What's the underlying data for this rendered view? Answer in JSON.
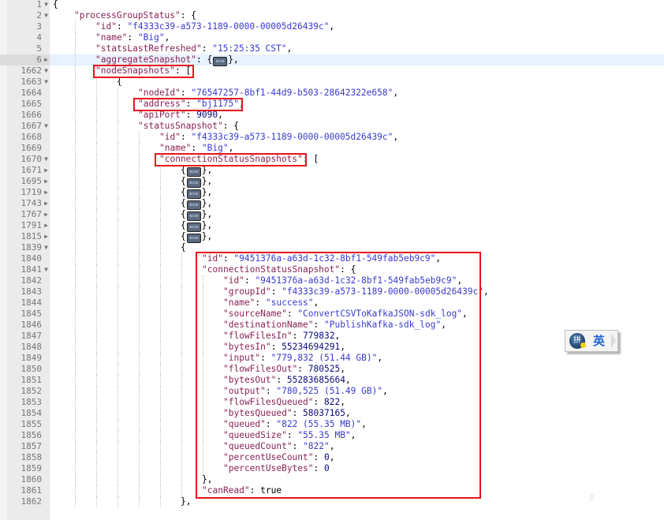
{
  "editor": {
    "active_line": "6",
    "collapsed_glyph": "⟺",
    "lines": [
      {
        "n": "1",
        "fold": "open",
        "indent": 0,
        "tokens": [
          [
            "punc",
            "{"
          ]
        ]
      },
      {
        "n": "2",
        "fold": "open",
        "indent": 1,
        "tokens": [
          [
            "key",
            "\"processGroupStatus\""
          ],
          [
            "punc",
            ": {"
          ]
        ]
      },
      {
        "n": "3",
        "fold": "",
        "indent": 2,
        "tokens": [
          [
            "key",
            "\"id\""
          ],
          [
            "punc",
            ": "
          ],
          [
            "str",
            "\"f4333c39-a573-1189-0000-00005d26439c\""
          ],
          [
            "punc",
            ","
          ]
        ]
      },
      {
        "n": "4",
        "fold": "",
        "indent": 2,
        "tokens": [
          [
            "key",
            "\"name\""
          ],
          [
            "punc",
            ": "
          ],
          [
            "str",
            "\"Big\""
          ],
          [
            "punc",
            ","
          ]
        ]
      },
      {
        "n": "5",
        "fold": "",
        "indent": 2,
        "tokens": [
          [
            "key",
            "\"statsLastRefreshed\""
          ],
          [
            "punc",
            ": "
          ],
          [
            "str",
            "\"15:25:35 CST\""
          ],
          [
            "punc",
            ","
          ]
        ]
      },
      {
        "n": "6",
        "fold": "closed",
        "indent": 2,
        "tokens": [
          [
            "key",
            "\"aggregateSnapshot\""
          ],
          [
            "punc",
            ": {"
          ],
          [
            "collapsed",
            ""
          ],
          [
            "punc",
            "},"
          ]
        ]
      },
      {
        "n": "1662",
        "fold": "open",
        "indent": 2,
        "tokens": [
          [
            "key",
            "\"nodeSnapshots\""
          ],
          [
            "punc",
            ": ["
          ]
        ]
      },
      {
        "n": "1663",
        "fold": "open",
        "indent": 3,
        "tokens": [
          [
            "punc",
            "{"
          ]
        ]
      },
      {
        "n": "1664",
        "fold": "",
        "indent": 4,
        "tokens": [
          [
            "key",
            "\"nodeId\""
          ],
          [
            "punc",
            ": "
          ],
          [
            "str",
            "\"76547257-8bf1-44d9-b503-28642322e658\""
          ],
          [
            "punc",
            ","
          ]
        ]
      },
      {
        "n": "1665",
        "fold": "",
        "indent": 4,
        "tokens": [
          [
            "key",
            "\"address\""
          ],
          [
            "punc",
            ": "
          ],
          [
            "str",
            "\"bj1175\""
          ],
          [
            "punc",
            ","
          ]
        ]
      },
      {
        "n": "1666",
        "fold": "",
        "indent": 4,
        "tokens": [
          [
            "key",
            "\"apiPort\""
          ],
          [
            "punc",
            ": "
          ],
          [
            "num",
            "9090"
          ],
          [
            "punc",
            ","
          ]
        ]
      },
      {
        "n": "1667",
        "fold": "open",
        "indent": 4,
        "tokens": [
          [
            "key",
            "\"statusSnapshot\""
          ],
          [
            "punc",
            ": {"
          ]
        ]
      },
      {
        "n": "1668",
        "fold": "",
        "indent": 5,
        "tokens": [
          [
            "key",
            "\"id\""
          ],
          [
            "punc",
            ": "
          ],
          [
            "str",
            "\"f4333c39-a573-1189-0000-00005d26439c\""
          ],
          [
            "punc",
            ","
          ]
        ]
      },
      {
        "n": "1669",
        "fold": "",
        "indent": 5,
        "tokens": [
          [
            "key",
            "\"name\""
          ],
          [
            "punc",
            ": "
          ],
          [
            "str",
            "\"Big\""
          ],
          [
            "punc",
            ","
          ]
        ]
      },
      {
        "n": "1670",
        "fold": "open",
        "indent": 5,
        "tokens": [
          [
            "key",
            "\"connectionStatusSnapshots\""
          ],
          [
            "punc",
            ": ["
          ]
        ]
      },
      {
        "n": "1671",
        "fold": "closed",
        "indent": 6,
        "tokens": [
          [
            "punc",
            "{"
          ],
          [
            "collapsed",
            ""
          ],
          [
            "punc",
            "},"
          ]
        ]
      },
      {
        "n": "1695",
        "fold": "closed",
        "indent": 6,
        "tokens": [
          [
            "punc",
            "{"
          ],
          [
            "collapsed",
            ""
          ],
          [
            "punc",
            "},"
          ]
        ]
      },
      {
        "n": "1719",
        "fold": "closed",
        "indent": 6,
        "tokens": [
          [
            "punc",
            "{"
          ],
          [
            "collapsed",
            ""
          ],
          [
            "punc",
            "},"
          ]
        ]
      },
      {
        "n": "1743",
        "fold": "closed",
        "indent": 6,
        "tokens": [
          [
            "punc",
            "{"
          ],
          [
            "collapsed",
            ""
          ],
          [
            "punc",
            "},"
          ]
        ]
      },
      {
        "n": "1767",
        "fold": "closed",
        "indent": 6,
        "tokens": [
          [
            "punc",
            "{"
          ],
          [
            "collapsed",
            ""
          ],
          [
            "punc",
            "},"
          ]
        ]
      },
      {
        "n": "1791",
        "fold": "closed",
        "indent": 6,
        "tokens": [
          [
            "punc",
            "{"
          ],
          [
            "collapsed",
            ""
          ],
          [
            "punc",
            "},"
          ]
        ]
      },
      {
        "n": "1815",
        "fold": "closed",
        "indent": 6,
        "tokens": [
          [
            "punc",
            "{"
          ],
          [
            "collapsed",
            ""
          ],
          [
            "punc",
            "},"
          ]
        ]
      },
      {
        "n": "1839",
        "fold": "open",
        "indent": 6,
        "tokens": [
          [
            "punc",
            "{"
          ]
        ]
      },
      {
        "n": "1840",
        "fold": "",
        "indent": 7,
        "tokens": [
          [
            "key",
            "\"id\""
          ],
          [
            "punc",
            ": "
          ],
          [
            "str",
            "\"9451376a-a63d-1c32-8bf1-549fab5eb9c9\""
          ],
          [
            "punc",
            ","
          ]
        ]
      },
      {
        "n": "1841",
        "fold": "open",
        "indent": 7,
        "tokens": [
          [
            "key",
            "\"connectionStatusSnapshot\""
          ],
          [
            "punc",
            ": {"
          ]
        ]
      },
      {
        "n": "1842",
        "fold": "",
        "indent": 8,
        "tokens": [
          [
            "key",
            "\"id\""
          ],
          [
            "punc",
            ": "
          ],
          [
            "str",
            "\"9451376a-a63d-1c32-8bf1-549fab5eb9c9\""
          ],
          [
            "punc",
            ","
          ]
        ]
      },
      {
        "n": "1843",
        "fold": "",
        "indent": 8,
        "tokens": [
          [
            "key",
            "\"groupId\""
          ],
          [
            "punc",
            ": "
          ],
          [
            "str",
            "\"f4333c39-a573-1189-0000-00005d26439c\""
          ],
          [
            "punc",
            ","
          ]
        ]
      },
      {
        "n": "1844",
        "fold": "",
        "indent": 8,
        "tokens": [
          [
            "key",
            "\"name\""
          ],
          [
            "punc",
            ": "
          ],
          [
            "str",
            "\"success\""
          ],
          [
            "punc",
            ","
          ]
        ]
      },
      {
        "n": "1845",
        "fold": "",
        "indent": 8,
        "tokens": [
          [
            "key",
            "\"sourceName\""
          ],
          [
            "punc",
            ": "
          ],
          [
            "str",
            "\"ConvertCSVToKafkaJSON-sdk_log\""
          ],
          [
            "punc",
            ","
          ]
        ]
      },
      {
        "n": "1846",
        "fold": "",
        "indent": 8,
        "tokens": [
          [
            "key",
            "\"destinationName\""
          ],
          [
            "punc",
            ": "
          ],
          [
            "str",
            "\"PublishKafka-sdk_log\""
          ],
          [
            "punc",
            ","
          ]
        ]
      },
      {
        "n": "1847",
        "fold": "",
        "indent": 8,
        "tokens": [
          [
            "key",
            "\"flowFilesIn\""
          ],
          [
            "punc",
            ": "
          ],
          [
            "num",
            "779832"
          ],
          [
            "punc",
            ","
          ]
        ]
      },
      {
        "n": "1848",
        "fold": "",
        "indent": 8,
        "tokens": [
          [
            "key",
            "\"bytesIn\""
          ],
          [
            "punc",
            ": "
          ],
          [
            "num",
            "55234694291"
          ],
          [
            "punc",
            ","
          ]
        ]
      },
      {
        "n": "1849",
        "fold": "",
        "indent": 8,
        "tokens": [
          [
            "key",
            "\"input\""
          ],
          [
            "punc",
            ": "
          ],
          [
            "str",
            "\"779,832 (51.44 GB)\""
          ],
          [
            "punc",
            ","
          ]
        ]
      },
      {
        "n": "1850",
        "fold": "",
        "indent": 8,
        "tokens": [
          [
            "key",
            "\"flowFilesOut\""
          ],
          [
            "punc",
            ": "
          ],
          [
            "num",
            "780525"
          ],
          [
            "punc",
            ","
          ]
        ]
      },
      {
        "n": "1851",
        "fold": "",
        "indent": 8,
        "tokens": [
          [
            "key",
            "\"bytesOut\""
          ],
          [
            "punc",
            ": "
          ],
          [
            "num",
            "55283685664"
          ],
          [
            "punc",
            ","
          ]
        ]
      },
      {
        "n": "1852",
        "fold": "",
        "indent": 8,
        "tokens": [
          [
            "key",
            "\"output\""
          ],
          [
            "punc",
            ": "
          ],
          [
            "str",
            "\"780,525 (51.49 GB)\""
          ],
          [
            "punc",
            ","
          ]
        ]
      },
      {
        "n": "1853",
        "fold": "",
        "indent": 8,
        "tokens": [
          [
            "key",
            "\"flowFilesQueued\""
          ],
          [
            "punc",
            ": "
          ],
          [
            "num",
            "822"
          ],
          [
            "punc",
            ","
          ]
        ]
      },
      {
        "n": "1854",
        "fold": "",
        "indent": 8,
        "tokens": [
          [
            "key",
            "\"bytesQueued\""
          ],
          [
            "punc",
            ": "
          ],
          [
            "num",
            "58037165"
          ],
          [
            "punc",
            ","
          ]
        ]
      },
      {
        "n": "1855",
        "fold": "",
        "indent": 8,
        "tokens": [
          [
            "key",
            "\"queued\""
          ],
          [
            "punc",
            ": "
          ],
          [
            "str",
            "\"822 (55.35 MB)\""
          ],
          [
            "punc",
            ","
          ]
        ]
      },
      {
        "n": "1856",
        "fold": "",
        "indent": 8,
        "tokens": [
          [
            "key",
            "\"queuedSize\""
          ],
          [
            "punc",
            ": "
          ],
          [
            "str",
            "\"55.35 MB\""
          ],
          [
            "punc",
            ","
          ]
        ]
      },
      {
        "n": "1857",
        "fold": "",
        "indent": 8,
        "tokens": [
          [
            "key",
            "\"queuedCount\""
          ],
          [
            "punc",
            ": "
          ],
          [
            "str",
            "\"822\""
          ],
          [
            "punc",
            ","
          ]
        ]
      },
      {
        "n": "1858",
        "fold": "",
        "indent": 8,
        "tokens": [
          [
            "key",
            "\"percentUseCount\""
          ],
          [
            "punc",
            ": "
          ],
          [
            "num",
            "0"
          ],
          [
            "punc",
            ","
          ]
        ]
      },
      {
        "n": "1859",
        "fold": "",
        "indent": 8,
        "tokens": [
          [
            "key",
            "\"percentUseBytes\""
          ],
          [
            "punc",
            ": "
          ],
          [
            "num",
            "0"
          ]
        ]
      },
      {
        "n": "1860",
        "fold": "",
        "indent": 7,
        "tokens": [
          [
            "punc",
            "},"
          ]
        ]
      },
      {
        "n": "1861",
        "fold": "",
        "indent": 7,
        "tokens": [
          [
            "key",
            "\"canRead\""
          ],
          [
            "punc",
            ": "
          ],
          [
            "bool",
            "true"
          ]
        ]
      },
      {
        "n": "1862",
        "fold": "",
        "indent": 6,
        "tokens": [
          [
            "punc",
            "},"
          ]
        ]
      }
    ]
  },
  "ime": {
    "logo_char": "拼",
    "language": "英"
  },
  "faint_text": "8",
  "colors": {
    "highlight_box": "#e8141c",
    "key": "#882255",
    "string": "#3a3ad0",
    "number": "#0b0b7a"
  }
}
